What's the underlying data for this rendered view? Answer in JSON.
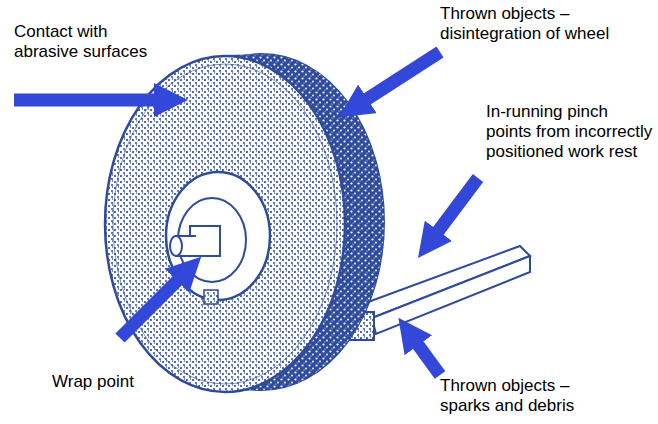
{
  "diagram": {
    "labels": [
      "Contact with abrasive surfaces",
      "Thrown objects – disintegration of wheel",
      "In-running pinch points from incorrectly positioned work rest",
      "Wrap point",
      "Thrown objects – sparks and debris"
    ]
  }
}
